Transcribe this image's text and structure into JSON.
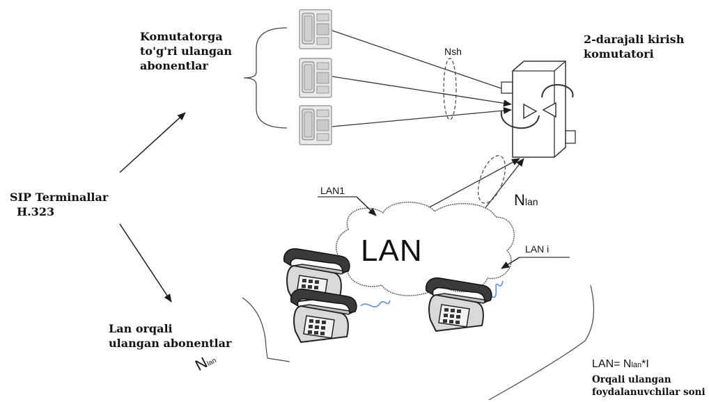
{
  "labels": {
    "direct_subscribers": [
      "Komutatorga",
      "to'g'ri ulangan",
      "abonentlar"
    ],
    "entry_switch": [
      "2-darajali kirish",
      "komutatori"
    ],
    "sip_terminals": [
      "SIP Terminallar",
      "H.323"
    ],
    "lan_subscribers": [
      "Lan orqali",
      "ulangan abonentlar"
    ],
    "nsh": "Nsh",
    "n_lan": {
      "base": "N",
      "sub": "lan"
    },
    "lan1": "LAN1",
    "lan_cloud": "LAN",
    "lan_i": "LAN i",
    "n_lan_bottom": {
      "base": "N",
      "sub": "lan"
    },
    "formula": {
      "prefix": "LAN= N",
      "sub": "lan",
      "suffix": "*I"
    },
    "formula_note": [
      "Orqali ulangan",
      "foydalanuvchilar soni"
    ]
  },
  "colors": {
    "line": "#2b2b2b",
    "phone_body": "#e6e6e6",
    "phone_dark": "#3c3c3c",
    "wire": "#5a8fd0"
  }
}
